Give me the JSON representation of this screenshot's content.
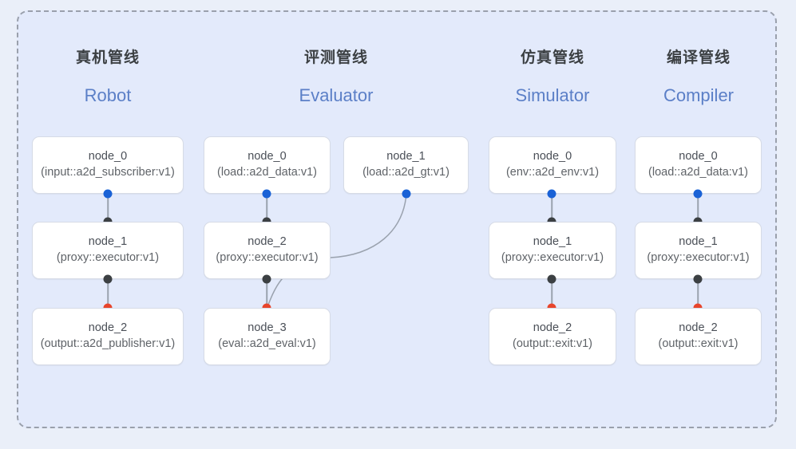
{
  "diagram": {
    "background_color": "#eaeff9",
    "frame_color": "#e3eafb",
    "frame_border_color": "#9aa0ac",
    "accent_color": "#5b7fc7",
    "dot_output_color": "#1a62d6",
    "dot_input_color": "#3c4043",
    "dot_terminal_color": "#e8452c",
    "edge_color": "#9aa2ae"
  },
  "columns": [
    {
      "id": "robot",
      "title_cn": "真机管线",
      "title_en": "Robot",
      "nodes": [
        {
          "name": "node_0",
          "spec": "(input::a2d_subscriber:v1)"
        },
        {
          "name": "node_1",
          "spec": "(proxy::executor:v1)"
        },
        {
          "name": "node_2",
          "spec": "(output::a2d_publisher:v1)"
        }
      ]
    },
    {
      "id": "evaluator",
      "title_cn": "评测管线",
      "title_en": "Evaluator",
      "nodes": [
        {
          "name": "node_0",
          "spec": "(load::a2d_data:v1)"
        },
        {
          "name": "node_1",
          "spec": "(load::a2d_gt:v1)"
        },
        {
          "name": "node_2",
          "spec": "(proxy::executor:v1)"
        },
        {
          "name": "node_3",
          "spec": "(eval::a2d_eval:v1)"
        }
      ]
    },
    {
      "id": "simulator",
      "title_cn": "仿真管线",
      "title_en": "Simulator",
      "nodes": [
        {
          "name": "node_0",
          "spec": "(env::a2d_env:v1)"
        },
        {
          "name": "node_1",
          "spec": "(proxy::executor:v1)"
        },
        {
          "name": "node_2",
          "spec": "(output::exit:v1)"
        }
      ]
    },
    {
      "id": "compiler",
      "title_cn": "编译管线",
      "title_en": "Compiler",
      "nodes": [
        {
          "name": "node_0",
          "spec": "(load::a2d_data:v1)"
        },
        {
          "name": "node_1",
          "spec": "(proxy::executor:v1)"
        },
        {
          "name": "node_2",
          "spec": "(output::exit:v1)"
        }
      ]
    }
  ]
}
